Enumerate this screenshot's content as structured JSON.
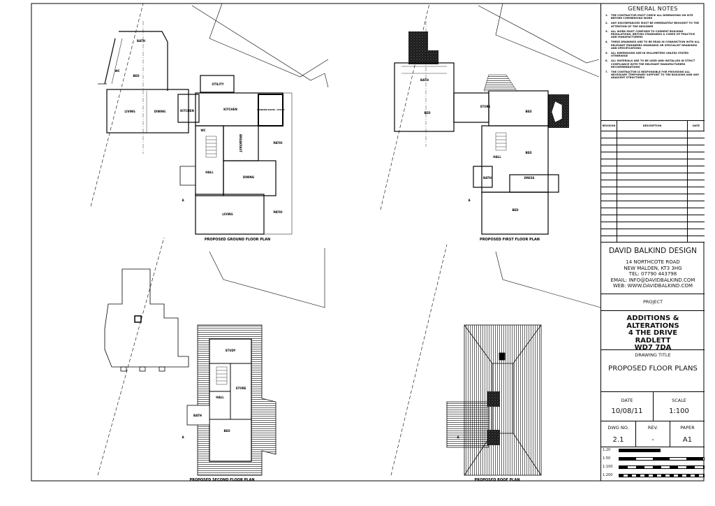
{
  "plans": {
    "ground": {
      "title": "PROPOSED GROUND FLOOR PLAN",
      "rooms": [
        "BATH",
        "BED",
        "WC",
        "LIVING",
        "DINING",
        "KITCHEN",
        "UTILITY",
        "KITCHEN",
        "GARDEN ROOM / STUDY",
        "WC",
        "BREAKFAST",
        "PATIO",
        "HALL",
        "DINING",
        "LIVING",
        "PATIO"
      ]
    },
    "first": {
      "title": "PROPOSED FIRST FLOOR PLAN",
      "rooms": [
        "BATH",
        "BED",
        "STORE",
        "BED",
        "BED",
        "HALL",
        "BATH",
        "DRESS",
        "BED"
      ]
    },
    "second": {
      "title": "PROPOSED SECOND FLOOR PLAN",
      "rooms": [
        "STUDY",
        "STORE",
        "HALL",
        "BATH",
        "BED"
      ]
    },
    "roof": {
      "title": "PROPOSED ROOF PLAN"
    },
    "section_marker": "A"
  },
  "title_block": {
    "notes_title": "GENERAL NOTES",
    "notes": [
      {
        "num": "1.",
        "text": "THE CONTRACTOR MUST CHECK ALL DIMENSIONS ON SITE BEFORE COMMENCING WORK"
      },
      {
        "num": "2.",
        "text": "ANY DISCREPANCIES MUST BE IMMEDIATELY BROUGHT TO THE ATTENTION OF THE DESIGNER"
      },
      {
        "num": "3.",
        "text": "ALL WORK MUST CONFORM TO CURRENT BUILDING REGULATIONS, BRITISH STANDARDS & CODES OF PRACTICE AND MANUFACTURERS"
      },
      {
        "num": "4.",
        "text": "THESE DRAWINGS ARE TO BE READ IN CONJUNCTION WITH ALL RELEVANT ENGINEERS DRAWINGS OR SPECIALIST DRAWINGS AND SPECIFICATIONS"
      },
      {
        "num": "5.",
        "text": "ALL DIMENSIONS ARE IN MILLIMETERS UNLESS STATED OTHERWISE"
      },
      {
        "num": "6.",
        "text": "ALL MATERIALS ARE TO BE USED AND INSTALLED IN STRICT COMPLIANCE WITH THE RELEVANT MANUFACTURERS RECOMMENDATIONS"
      },
      {
        "num": "7.",
        "text": "THE CONTRACTOR IS RESPONSIBLE FOR PROVIDING ALL NECESSARY TEMPORARY SUPPORT TO THE BUILDING AND ANY ADJACENT STRUCTURES"
      }
    ],
    "revision_headers": {
      "revision": "REVISION",
      "description": "DESCRIPTION",
      "date": "DATE"
    },
    "company": {
      "name": "DAVID BALKIND DESIGN",
      "address1": "14 NORTHCOTE ROAD",
      "address2": "NEW MALDEN, KT3 3HG",
      "tel": "TEL: 07790 443798",
      "email": "EMAIL: INFO@DAVIDBALKIND.COM",
      "web": "WEB: WWW.DAVIDBALKIND.COM"
    },
    "project_label": "PROJECT",
    "project": [
      "ADDITIONS & ALTERATIONS",
      "4 THE DRIVE",
      "RADLETT",
      "WD7 7DA"
    ],
    "drawing_title_label": "DRAWING TITLE",
    "drawing_title": "PROPOSED FLOOR PLANS",
    "date_label": "DATE",
    "date": "10/08/11",
    "scale_label": "SCALE",
    "scale": "1:100",
    "dwg_label": "DWG NO.",
    "dwg": "2.1",
    "rev_label": "REV.",
    "rev": "-",
    "paper_label": "PAPER",
    "paper": "A1",
    "scale_bars": [
      "1:20",
      "1:50",
      "1:100",
      "1:200"
    ]
  }
}
